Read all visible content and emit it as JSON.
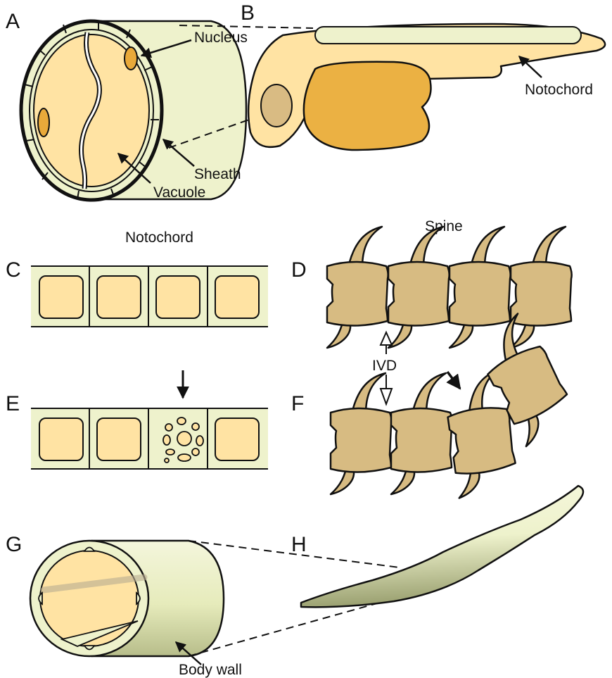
{
  "panels": {
    "a": "A",
    "b": "B",
    "c": "C",
    "d": "D",
    "e": "E",
    "f": "F",
    "g": "G",
    "h": "H"
  },
  "labels": {
    "nucleus": "Nucleus",
    "sheath": "Sheath",
    "vacuole": "Vacuole",
    "notochord_b": "Notochord",
    "notochord_header": "Notochord",
    "spine_header": "Spine",
    "ivd": "IVD",
    "body_wall": "Body wall"
  },
  "colors": {
    "sheath_green": "#eef2cc",
    "vacuole_yellow": "#ffe3a3",
    "yolk_orange": "#ebb143",
    "nucleus_orange": "#e9a93a",
    "vertebra_tan": "#d7bb82",
    "outline": "#111111"
  }
}
